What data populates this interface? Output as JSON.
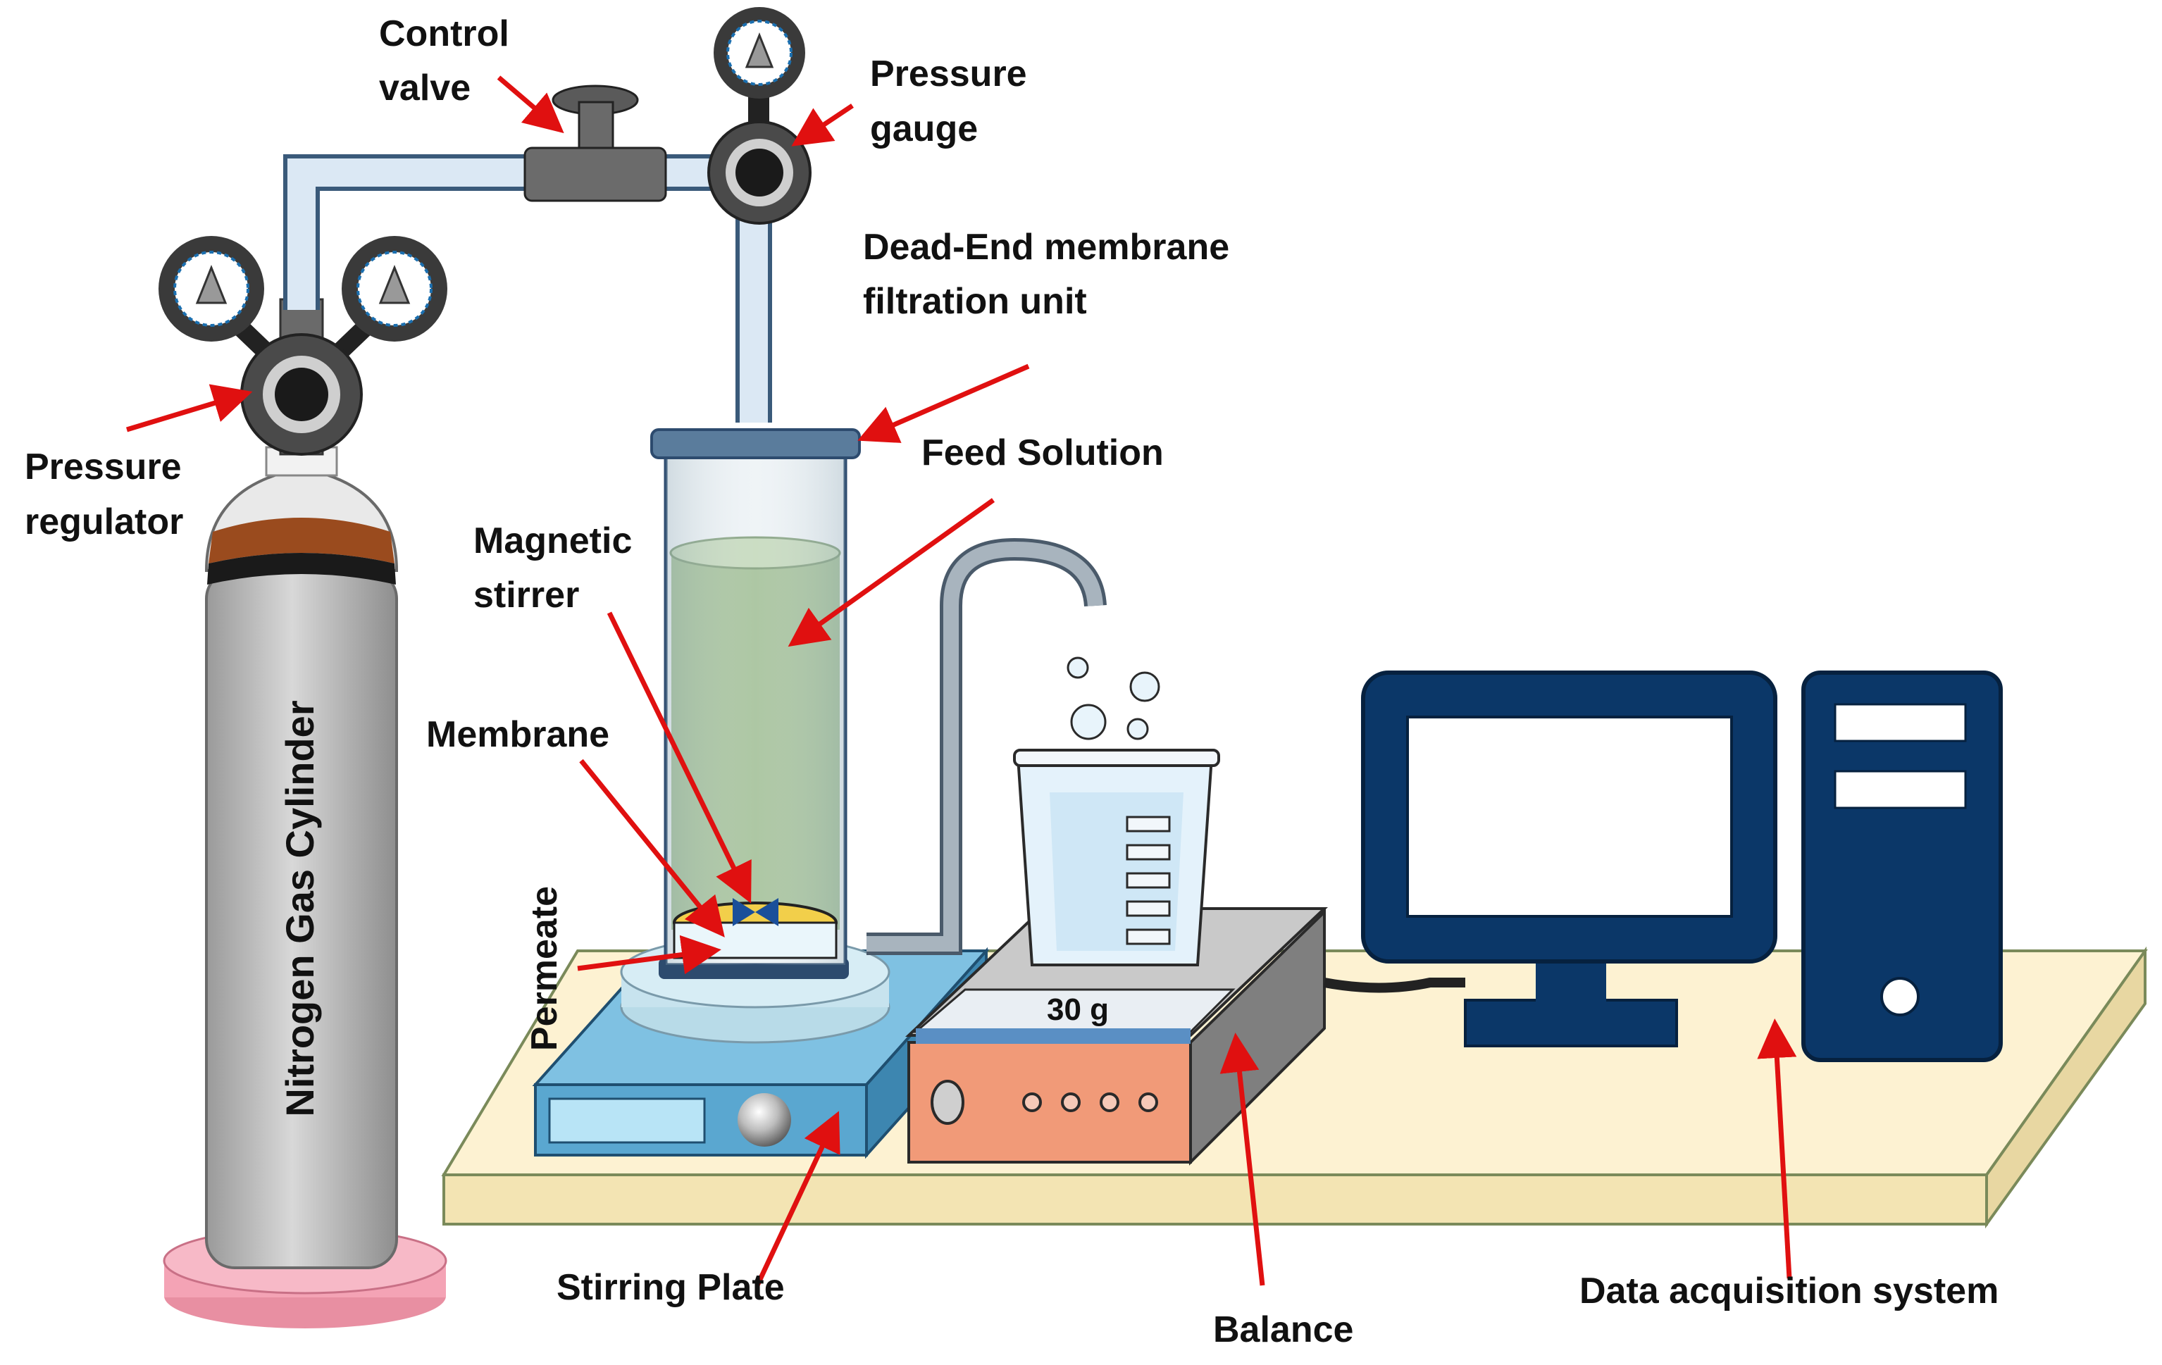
{
  "labels": {
    "control_valve": [
      "Control",
      "valve"
    ],
    "pressure_gauge": [
      "Pressure",
      "gauge"
    ],
    "dead_end_unit": [
      "Dead-End membrane",
      "filtration unit"
    ],
    "feed_solution": "Feed Solution",
    "magnetic_stirrer": [
      "Magnetic",
      "stirrer"
    ],
    "membrane": "Membrane",
    "permeate": "Permeate",
    "pressure_regulator": [
      "Pressure",
      "regulator"
    ],
    "nitrogen_cylinder": "Nitrogen Gas Cylinder",
    "stirring_plate": "Stirring Plate",
    "balance": "Balance",
    "data_acquisition": "Data acquisition system"
  },
  "balance_display": "30 g",
  "colors": {
    "arrow": "#e01010",
    "bench": "#fdf2d2",
    "cylinder": "#c7c7c7",
    "cylinder_band": "#9a4b1e",
    "feed_solution": "#a9c49f",
    "stirring_plate": "#5aa7d0",
    "balance_front": "#f19a78",
    "computer": "#0b3768",
    "tube": "#dbe8f4",
    "cylinder_base": "#f4a3b5"
  }
}
